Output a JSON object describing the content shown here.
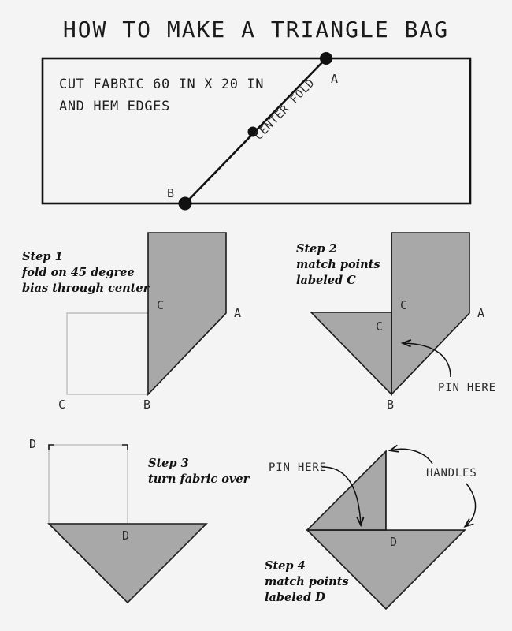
{
  "page": {
    "title": "HOW TO MAKE A TRIANGLE BAG",
    "background_color": "#f4f4f4",
    "fabric_gray": "#a8a8a8",
    "ink_color": "#111111"
  },
  "cut_diagram": {
    "name": "cut-fabric-rectangle",
    "instruction_line_1": "CUT FABRIC 60 IN X 20 IN",
    "instruction_line_2": "AND HEM EDGES",
    "fold_label": "CENTER FOLD",
    "point_a": "A",
    "point_b": "B",
    "dimensions": {
      "length_in": 60,
      "width_in": 20
    }
  },
  "steps": [
    {
      "id": "step-1",
      "heading": "Step 1",
      "line_1": "fold on 45 degree",
      "line_2": "bias through center",
      "labels": {
        "c_upper": "C",
        "c_lower": "C",
        "a": "A",
        "b": "B"
      }
    },
    {
      "id": "step-2",
      "heading": "Step 2",
      "line_1": "match points",
      "line_2": "labeled C",
      "labels": {
        "c_upper": "C",
        "c_lower": "C",
        "a": "A",
        "b": "B"
      },
      "annotation": "PIN HERE"
    },
    {
      "id": "step-3",
      "heading": "Step 3",
      "line_1": "turn fabric over",
      "line_2": "",
      "labels": {
        "d_upper": "D",
        "d_lower": "D"
      }
    },
    {
      "id": "step-4",
      "heading": "Step 4",
      "line_1": "match points",
      "line_2": "labeled D",
      "labels": {
        "d": "D"
      },
      "annotation_pin": "PIN HERE",
      "annotation_handles": "HANDLES"
    }
  ]
}
